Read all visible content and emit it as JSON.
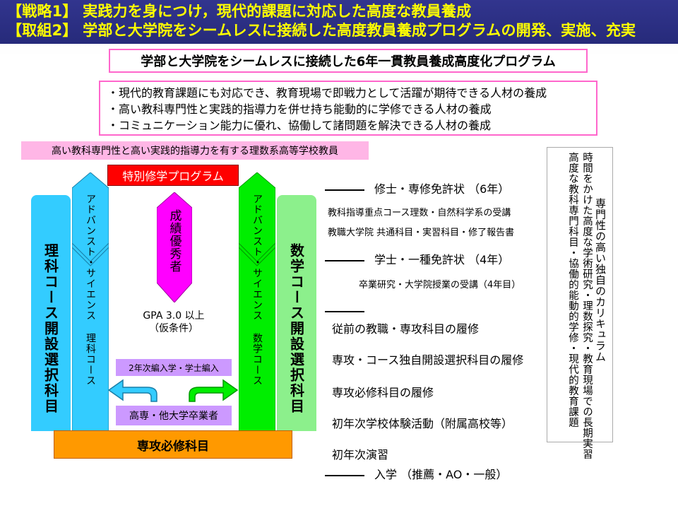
{
  "header": {
    "line1": "【戦略1】 実践力を身につけ，現代的課題に対応した高度な教員養成",
    "line2": "【取組2】 学部と大学院をシームレスに接続した高度教員養成プログラムの開発、実施、充実"
  },
  "program_title": "学部と大学院をシームレスに接続した6年一貫教員養成高度化プログラム",
  "goals": [
    "・現代的教育課題にも対応でき、教育現場で即戦力として活躍が期待できる人材の養成",
    "・高い教科専門性と実践的指導力を併せ持ち能動的に学修できる人材の養成",
    "・コミュニケーション能力に優れ、協働して諸問題を解決できる人材の養成"
  ],
  "target_band": "高い教科専門性と高い実践的指導力を有する理数系高等学校教員",
  "special_program": "特別修学プログラム",
  "columns": {
    "science_course": "理科コース開設選択科目",
    "math_course": "数学コース開設選択科目",
    "advanced_science": "アドバンスト・サイエンス 理科コース",
    "advanced_math": "アドバンスト・サイエンス 数学コース",
    "excellent": "成績優秀者"
  },
  "gpa": {
    "line1": "GPA 3.0 以上",
    "line2": "（仮条件）"
  },
  "transfer": {
    "second_year": "2年次編入学・学士編入",
    "graduates": "高専・他大学卒業者"
  },
  "required_subjects": "専攻必修科目",
  "stages": {
    "master": "修士・専修免許状 （6年）",
    "master_note1": "教科指導重点コース理数・自然科学系の受講",
    "master_note2": "教職大学院 共通科目・実習科目・修了報告書",
    "bachelor": "学士・一種免許状 （4年）",
    "bachelor_note": "卒業研究・大学院授業の受講（4年目）",
    "step1": "従前の教職・専攻科目の履修",
    "step2": "専攻・コース独自開設選択科目の履修",
    "step3": "専攻必修科目の履修",
    "step4": "初年次学校体験活動（附属高校等）",
    "step5": "初年次演習",
    "entry": "入学 （推薦・AO・一般）"
  },
  "curriculum": {
    "title": "専門性の高い独自のカリキュラム",
    "line1": "時間をかけた高度な学術研究・理数探究・教育現場での長期実習",
    "line2": "高度な教科専門科目・協働的能動的学修・現代的教育課題"
  },
  "colors": {
    "header_bg": "#2a2d80",
    "header_text": "#ffff00",
    "pink_border": "#ff66cc",
    "cyan": "#33ccff",
    "light_cyan": "#33ccff",
    "green": "#00ee00",
    "light_green": "#8cf08c",
    "magenta": "#ff00ff",
    "red": "#ff0000",
    "orange": "#ff9900",
    "lavender": "#cc99ff"
  }
}
